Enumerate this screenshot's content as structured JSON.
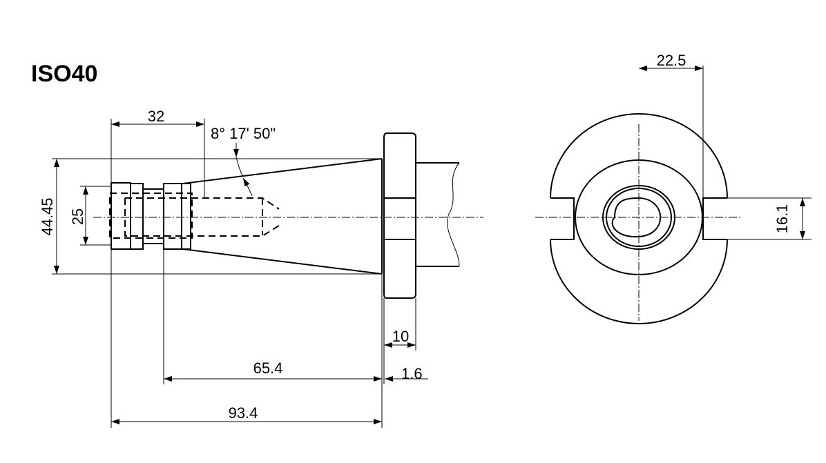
{
  "title": "ISO40",
  "dimensions": {
    "flange_length_32": "32",
    "taper_angle": "8° 17' 50\"",
    "large_diameter": "44.45",
    "small_diameter": "25",
    "flange_width": "10",
    "gap": "1.6",
    "taper_length": "65.4",
    "total_length": "93.4",
    "slot_offset": "22.5",
    "slot_width": "16.1"
  }
}
